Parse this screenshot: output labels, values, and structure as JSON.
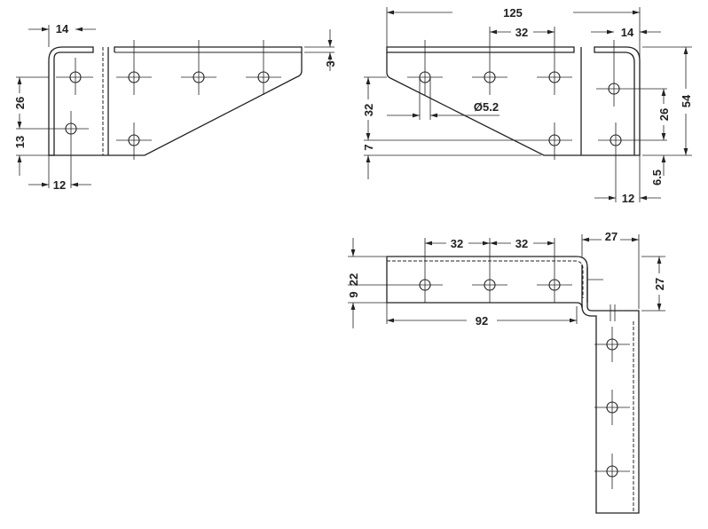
{
  "side_view_left": {
    "width_14": "14",
    "offset_12": "12",
    "hole_spacing_26": "26",
    "bottom_13": "13",
    "thickness_3": "3"
  },
  "side_view_right": {
    "length_125": "125",
    "spacing_32": "32",
    "width_14": "14",
    "height_54": "54",
    "spacing_26": "26",
    "bottom_6_5": "6.5",
    "offset_12": "12",
    "vertical_32": "32",
    "bottom_7": "7",
    "hole_diameter": "Ø5.2"
  },
  "top_view": {
    "spacing_32a": "32",
    "spacing_32b": "32",
    "length_92": "92",
    "height_22": "22",
    "offset_9": "9",
    "width_27": "27",
    "depth_27": "27"
  }
}
